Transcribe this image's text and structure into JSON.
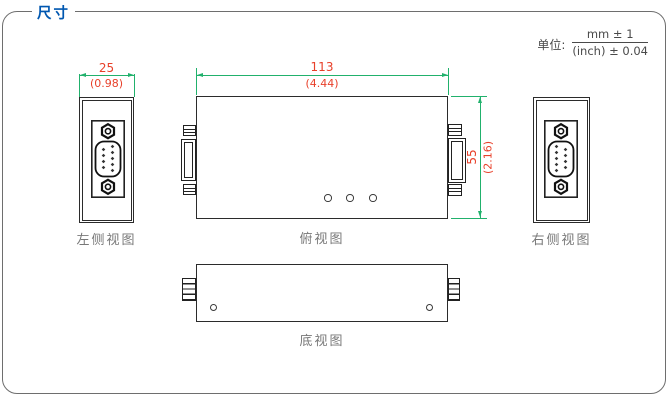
{
  "title": "尺寸",
  "unit": {
    "label": "单位:",
    "numerator": "mm ± 1",
    "denominator": "(inch) ± 0.04"
  },
  "dimensions": {
    "side_width": {
      "value": "25",
      "inch": "(0.98)"
    },
    "body_width": {
      "value": "113",
      "inch": "(4.44)"
    },
    "body_depth": {
      "value": "55",
      "inch": "(2.16)"
    }
  },
  "views": {
    "left": {
      "label": "左侧视图"
    },
    "top": {
      "label": "俯视图"
    },
    "right": {
      "label": "右侧视图"
    },
    "bottom": {
      "label": "底视图"
    }
  },
  "colors": {
    "title_blue": "#0057b0",
    "frame_gray": "#6e6e6e",
    "dimension_green": "#21b16c",
    "dimension_red": "#e8402a",
    "drawing_line": "#2b2b2b",
    "label_gray": "#787878"
  }
}
